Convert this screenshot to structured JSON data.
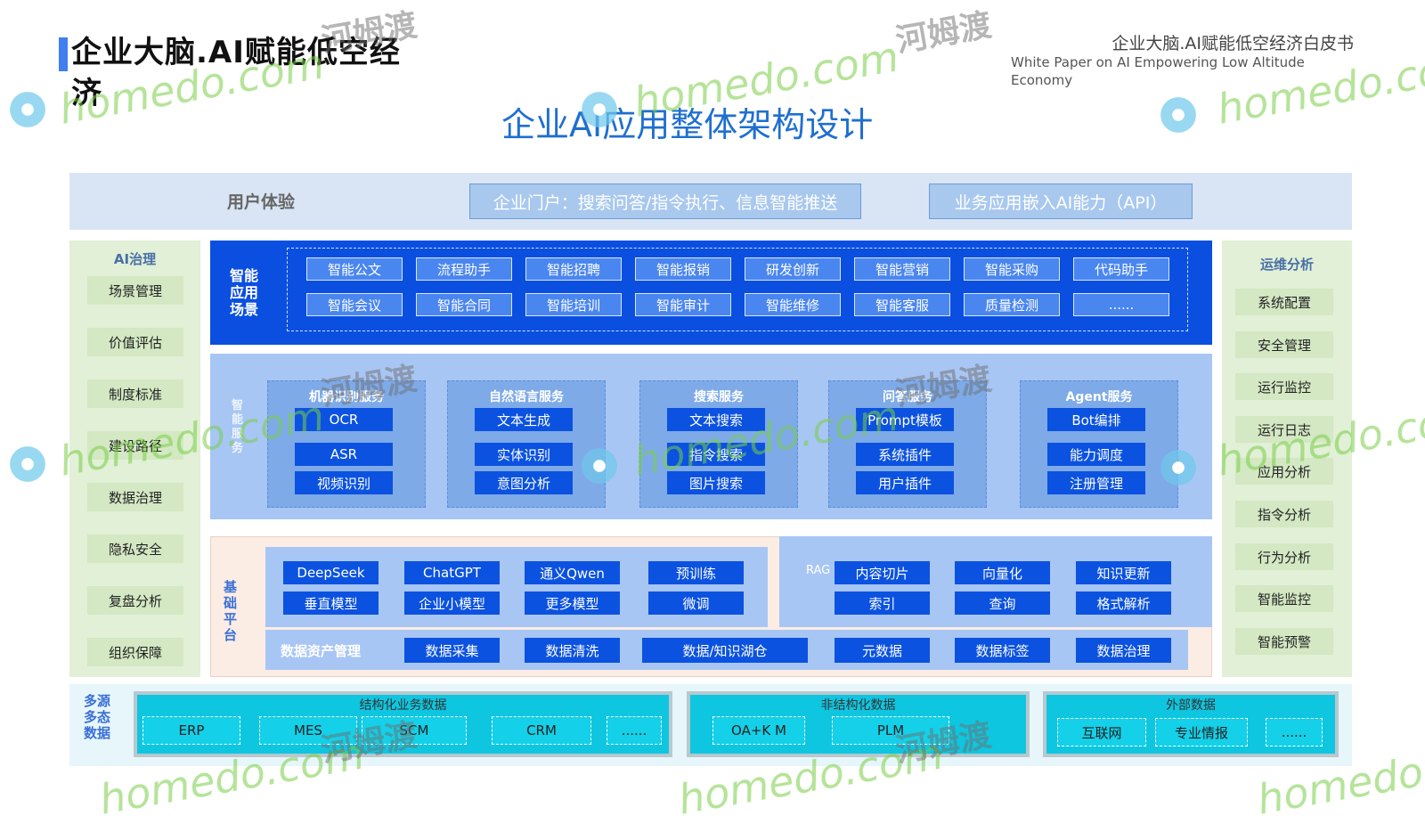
{
  "header": {
    "title": "企业大脑.AI赋能低空经济",
    "whitepaper_cn": "企业大脑.AI赋能低空经济白皮书",
    "whitepaper_en": "White Paper on AI Empowering Low Altitude Economy"
  },
  "diagram_title": "企业AI应用整体架构设计",
  "user_experience": {
    "label": "用户体验",
    "portal": "企业门户：搜索问答/指令执行、信息智能推送",
    "api": "业务应用嵌入AI能力（API）"
  },
  "ai_governance": {
    "title": "AI治理",
    "items": [
      "场景管理",
      "价值评估",
      "制度标准",
      "建设路径",
      "数据治理",
      "隐私安全",
      "复盘分析",
      "组织保障"
    ]
  },
  "ops_analysis": {
    "title": "运维分析",
    "items": [
      "系统配置",
      "安全管理",
      "运行监控",
      "运行日志",
      "应用分析",
      "指令分析",
      "行为分析",
      "智能监控",
      "智能预警"
    ]
  },
  "scenarios": {
    "label": "智能应用场景",
    "row1": [
      "智能公文",
      "流程助手",
      "智能招聘",
      "智能报销",
      "研发创新",
      "智能营销",
      "智能采购",
      "代码助手"
    ],
    "row2": [
      "智能会议",
      "智能合同",
      "智能培训",
      "智能审计",
      "智能维修",
      "智能客服",
      "质量检测",
      "......"
    ]
  },
  "services": {
    "label": "智能服务",
    "groups": [
      {
        "title": "机器识别服务",
        "items": [
          "OCR",
          "ASR",
          "视频识别"
        ]
      },
      {
        "title": "自然语言服务",
        "items": [
          "文本生成",
          "实体识别",
          "意图分析"
        ]
      },
      {
        "title": "搜索服务",
        "items": [
          "文本搜索",
          "指令搜索",
          "图片搜索"
        ]
      },
      {
        "title": "问答服务",
        "items": [
          "Prompt模板",
          "系统插件",
          "用户插件"
        ]
      },
      {
        "title": "Agent服务",
        "items": [
          "Bot编排",
          "能力调度",
          "注册管理"
        ]
      }
    ]
  },
  "base_platform": {
    "label": "基础平台",
    "models_row1": [
      "DeepSeek",
      "ChatGPT",
      "通义Qwen",
      "预训练"
    ],
    "models_row2": [
      "垂直模型",
      "企业小模型",
      "更多模型",
      "微调"
    ],
    "rag_label": "RAG",
    "rag_row1": [
      "内容切片",
      "向量化",
      "知识更新"
    ],
    "rag_row2": [
      "索引",
      "查询",
      "格式解析"
    ],
    "data_label": "数据资产管理",
    "data_items": [
      "数据采集",
      "数据清洗",
      "数据/知识湖仓",
      "元数据",
      "数据标签",
      "数据治理"
    ]
  },
  "multi_source": {
    "label": "多源多态数据",
    "groups": [
      {
        "title": "结构化业务数据",
        "items": [
          "ERP",
          "MES",
          "SCM",
          "CRM",
          "......"
        ]
      },
      {
        "title": "非结构化数据",
        "items": [
          "OA+K M",
          "PLM"
        ]
      },
      {
        "title": "外部数据",
        "items": [
          "互联网",
          "专业情报",
          "......"
        ]
      }
    ]
  },
  "watermark": {
    "en": "homedo.com",
    "cn": "河姆渡"
  }
}
